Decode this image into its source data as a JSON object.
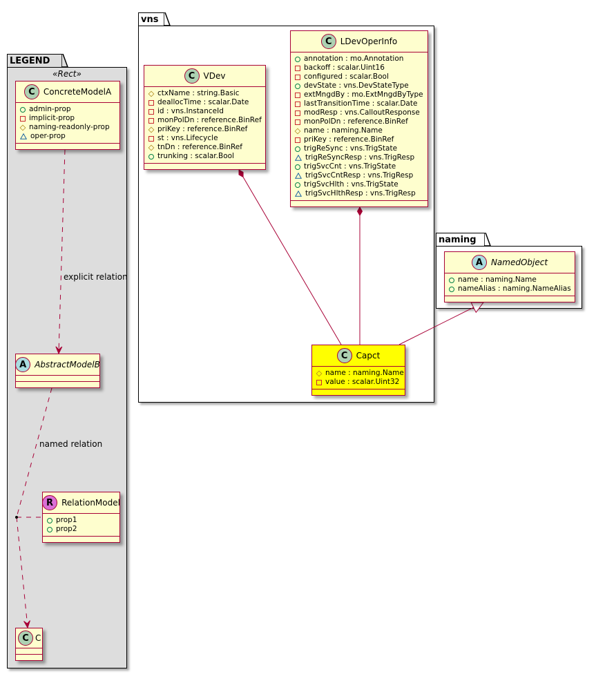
{
  "packages": {
    "legend": {
      "name": "LEGEND",
      "stereotype": "«Rect»"
    },
    "vns": {
      "name": "vns"
    },
    "naming": {
      "name": "naming"
    }
  },
  "colors": {
    "class_fill": "#FEFECE",
    "class_border": "#A80036",
    "highlight_fill": "#FFFF00",
    "legend_fill": "#DDDDDD",
    "relation_line": "#A80036"
  },
  "classes": {
    "concrete_model_a": {
      "badge": "C",
      "name": "ConcreteModelA",
      "abstract": false,
      "attrs": [
        {
          "vis": "public",
          "text": "admin-prop"
        },
        {
          "vis": "private",
          "text": "implicit-prop"
        },
        {
          "vis": "protected",
          "text": "naming-readonly-prop"
        },
        {
          "vis": "package",
          "text": "oper-prop"
        }
      ]
    },
    "abstract_model_b": {
      "badge": "A",
      "name": "AbstractModelB",
      "abstract": true,
      "attrs": []
    },
    "relation_model": {
      "badge": "R",
      "name": "RelationModel",
      "abstract": false,
      "attrs": [
        {
          "vis": "public",
          "text": "prop1"
        },
        {
          "vis": "public",
          "text": "prop2"
        }
      ]
    },
    "c": {
      "badge": "C",
      "name": "C",
      "abstract": false,
      "attrs": []
    },
    "vdev": {
      "badge": "C",
      "name": "VDev",
      "abstract": false,
      "attrs": [
        {
          "vis": "protected",
          "text": "ctxName : string.Basic"
        },
        {
          "vis": "private",
          "text": "deallocTime : scalar.Date"
        },
        {
          "vis": "private",
          "text": "id : vns.InstanceId"
        },
        {
          "vis": "private",
          "text": "monPolDn : reference.BinRef"
        },
        {
          "vis": "protected",
          "text": "priKey : reference.BinRef"
        },
        {
          "vis": "private",
          "text": "st : vns.Lifecycle"
        },
        {
          "vis": "protected",
          "text": "tnDn : reference.BinRef"
        },
        {
          "vis": "public",
          "text": "trunking : scalar.Bool"
        }
      ]
    },
    "ldev_oper_info": {
      "badge": "C",
      "name": "LDevOperInfo",
      "abstract": false,
      "attrs": [
        {
          "vis": "public",
          "text": "annotation : mo.Annotation"
        },
        {
          "vis": "private",
          "text": "backoff : scalar.Uint16"
        },
        {
          "vis": "private",
          "text": "configured : scalar.Bool"
        },
        {
          "vis": "public",
          "text": "devState : vns.DevStateType"
        },
        {
          "vis": "private",
          "text": "extMngdBy : mo.ExtMngdByType"
        },
        {
          "vis": "private",
          "text": "lastTransitionTime : scalar.Date"
        },
        {
          "vis": "private",
          "text": "modResp : vns.CalloutResponse"
        },
        {
          "vis": "private",
          "text": "monPolDn : reference.BinRef"
        },
        {
          "vis": "protected",
          "text": "name : naming.Name"
        },
        {
          "vis": "private",
          "text": "priKey : reference.BinRef"
        },
        {
          "vis": "public",
          "text": "trigReSync : vns.TrigState"
        },
        {
          "vis": "package",
          "text": "trigReSyncResp : vns.TrigResp"
        },
        {
          "vis": "public",
          "text": "trigSvcCnt : vns.TrigState"
        },
        {
          "vis": "package",
          "text": "trigSvcCntResp : vns.TrigResp"
        },
        {
          "vis": "public",
          "text": "trigSvcHlth : vns.TrigState"
        },
        {
          "vis": "package",
          "text": "trigSvcHlthResp : vns.TrigResp"
        }
      ]
    },
    "named_object": {
      "badge": "A",
      "name": "NamedObject",
      "abstract": true,
      "attrs": [
        {
          "vis": "public",
          "text": "name : naming.Name"
        },
        {
          "vis": "public",
          "text": "nameAlias : naming.NameAlias"
        }
      ]
    },
    "capct": {
      "badge": "C",
      "name": "Capct",
      "abstract": false,
      "highlight": true,
      "attrs": [
        {
          "vis": "protected",
          "text": "name : naming.Name"
        },
        {
          "vis": "private",
          "text": "value : scalar.Uint32"
        }
      ]
    }
  },
  "relations": [
    {
      "from": "ConcreteModelA",
      "to": "AbstractModelB",
      "type": "dependency",
      "label": "explicit relation"
    },
    {
      "from": "AbstractModelB",
      "to": "C",
      "type": "dependency",
      "label": "named relation",
      "association_class": "RelationModel"
    },
    {
      "from": "VDev",
      "to": "Capct",
      "type": "composition",
      "label": ""
    },
    {
      "from": "LDevOperInfo",
      "to": "Capct",
      "type": "composition",
      "label": ""
    },
    {
      "from": "Capct",
      "to": "NamedObject",
      "type": "generalization",
      "label": ""
    }
  ]
}
